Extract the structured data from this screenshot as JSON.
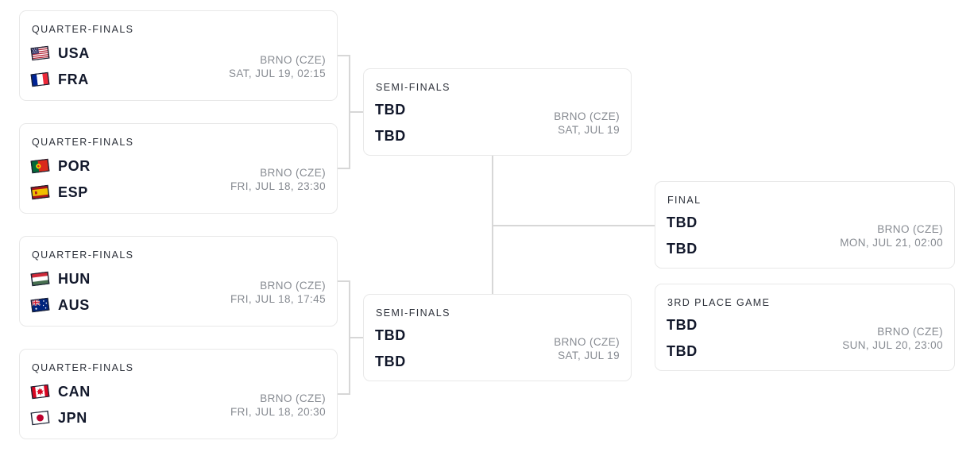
{
  "colors": {
    "background": "#ffffff",
    "card_background": "#ffffff",
    "card_border": "#e8e8e8",
    "connector_line": "#d7d7d7",
    "header_text": "#2e323b",
    "team_text": "#12182b",
    "info_text": "#878b92"
  },
  "cards": [
    {
      "id": "qf1",
      "title": "QUARTER-FINALS",
      "teams": [
        {
          "code": "USA",
          "flag_icon": "flag-usa-icon"
        },
        {
          "code": "FRA",
          "flag_icon": "flag-france-icon"
        }
      ],
      "venue": "BRNO (CZE)",
      "datetime": "SAT, JUL 19, 02:15"
    },
    {
      "id": "qf2",
      "title": "QUARTER-FINALS",
      "teams": [
        {
          "code": "POR",
          "flag_icon": "flag-portugal-icon"
        },
        {
          "code": "ESP",
          "flag_icon": "flag-spain-icon"
        }
      ],
      "venue": "BRNO (CZE)",
      "datetime": "FRI, JUL 18, 23:30"
    },
    {
      "id": "qf3",
      "title": "QUARTER-FINALS",
      "teams": [
        {
          "code": "HUN",
          "flag_icon": "flag-hungary-icon"
        },
        {
          "code": "AUS",
          "flag_icon": "flag-australia-icon"
        }
      ],
      "venue": "BRNO (CZE)",
      "datetime": "FRI, JUL 18, 17:45"
    },
    {
      "id": "qf4",
      "title": "QUARTER-FINALS",
      "teams": [
        {
          "code": "CAN",
          "flag_icon": "flag-canada-icon"
        },
        {
          "code": "JPN",
          "flag_icon": "flag-japan-icon"
        }
      ],
      "venue": "BRNO (CZE)",
      "datetime": "FRI, JUL 18, 20:30"
    },
    {
      "id": "sf1",
      "title": "SEMI-FINALS",
      "teams": [
        {
          "code": "TBD"
        },
        {
          "code": "TBD"
        }
      ],
      "venue": "BRNO (CZE)",
      "datetime": "SAT, JUL 19"
    },
    {
      "id": "sf2",
      "title": "SEMI-FINALS",
      "teams": [
        {
          "code": "TBD"
        },
        {
          "code": "TBD"
        }
      ],
      "venue": "BRNO (CZE)",
      "datetime": "SAT, JUL 19"
    },
    {
      "id": "final",
      "title": "FINAL",
      "teams": [
        {
          "code": "TBD"
        },
        {
          "code": "TBD"
        }
      ],
      "venue": "BRNO (CZE)",
      "datetime": "MON, JUL 21, 02:00"
    },
    {
      "id": "third",
      "title": "3RD PLACE GAME",
      "teams": [
        {
          "code": "TBD"
        },
        {
          "code": "TBD"
        }
      ],
      "venue": "BRNO (CZE)",
      "datetime": "SUN, JUL 20, 23:00"
    }
  ]
}
